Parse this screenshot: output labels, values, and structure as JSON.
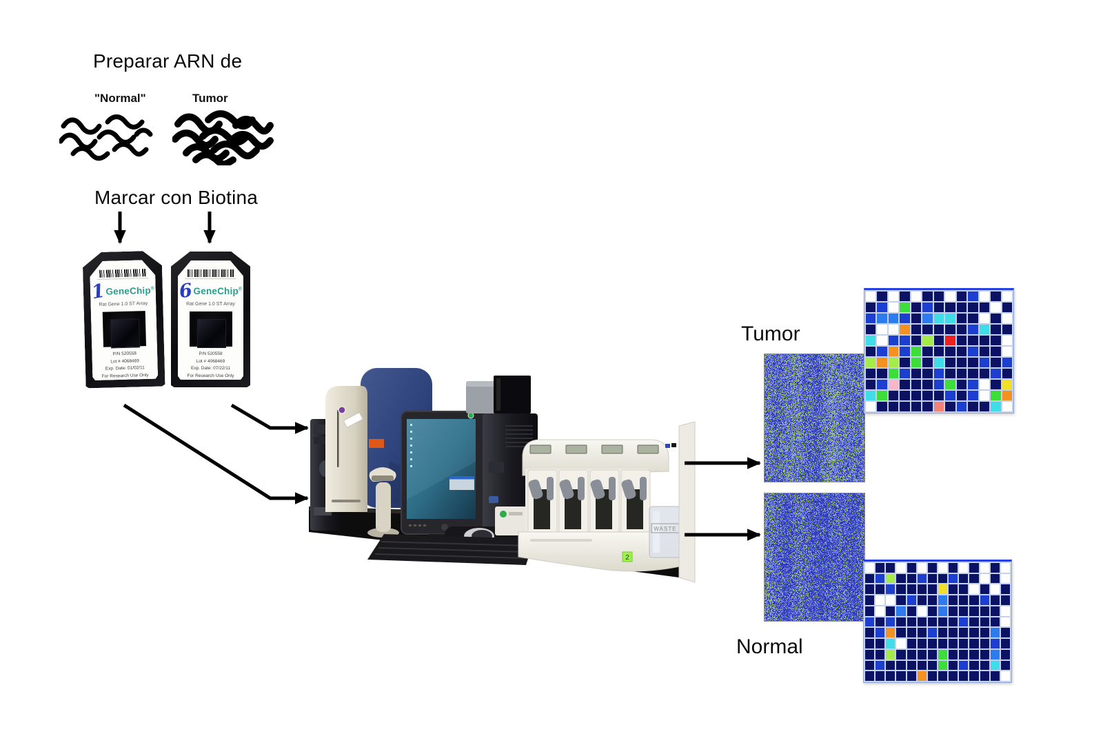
{
  "diagram": {
    "step1_title": "Preparar ARN de",
    "sample_normal_label": "\"Normal\"",
    "sample_tumor_label": "Tumor",
    "step2_title": "Marcar con Biotina",
    "output_tumor_label": "Tumor",
    "output_normal_label": "Normal"
  },
  "chips": {
    "brand": "GeneChip",
    "registered_mark": "®",
    "subtitle": "Rat Gene 1.0 ST Array",
    "part_number": "P/N 520558",
    "lot_number": "Lot # 4068469",
    "footer": "For Research Use Only",
    "items": [
      {
        "handwritten_number": "1",
        "exp_date": "Exp. Date: 01/02/11"
      },
      {
        "handwritten_number": "6",
        "exp_date": "Exp. Date: 07/22/11"
      }
    ]
  },
  "equipment": {
    "waste_label": "WASTE",
    "fluidics_sticker": "2"
  },
  "colors": {
    "genechip_teal": "#2a9e8e",
    "handwriting_blue": "#2a3cc0",
    "arrow_black": "#000000",
    "heatmap_grid_line": "#c3d0ee",
    "scanner_body_blue": "#2c4079",
    "scanner_front_beige": "#ddd8c8"
  },
  "heatmaps": {
    "palette": {
      "D": "#0b1263",
      "B": "#1c3fd0",
      "L": "#2e7bf0",
      "W": "#ffffff",
      "C": "#3fdde8",
      "O": "#f59120",
      "G": "#3ede3a",
      "g": "#a6ec48",
      "R": "#ee2020",
      "P": "#f4b8c8",
      "S": "#f28177",
      "Y": "#f2e028"
    },
    "tumor": {
      "rows": [
        "WDWDWDDWDBWDW",
        "DBWGDBDDDDDWD",
        "BLLBDLCCDDWDW",
        "DWWODDDDDBCDD",
        "CWBBDgDRDDDDW",
        "DBOBGDDDDBDDW",
        "gOgDGDCDDDBDB",
        "DDGBDDBDDDDBD",
        "DBPDDDBGDBWDY",
        "CGDDDDDBDBWGO",
        "WDDDDDSDBDDCW"
      ]
    },
    "normal": {
      "rows": [
        "WDDWDWDWDWDWDW",
        "DBgDDBDDBDDWDW",
        "DDBDDDDYDDWDWD",
        "DWWDBDDLDDDBDD",
        "DWDLDWDLDDDDDW",
        "BDBDDDDDDBDDDW",
        "DBODDDBDDDDDLD",
        "DDCWDDDDDDDDBD",
        "DDgDDDDGDDDDLD",
        "DBDDDDDGDBDDCD",
        "DDDDDODDDDDDDW"
      ]
    }
  },
  "scan_images": {
    "palette_blues": [
      "#3a47c4",
      "#2e3cb8",
      "#4a54cf",
      "#2830aa"
    ],
    "palette_light": [
      "#7d86dc",
      "#96a0e4"
    ],
    "palette_green": [
      "#8fb868",
      "#a8c878"
    ],
    "palette_steel": "#6c9cc8"
  }
}
